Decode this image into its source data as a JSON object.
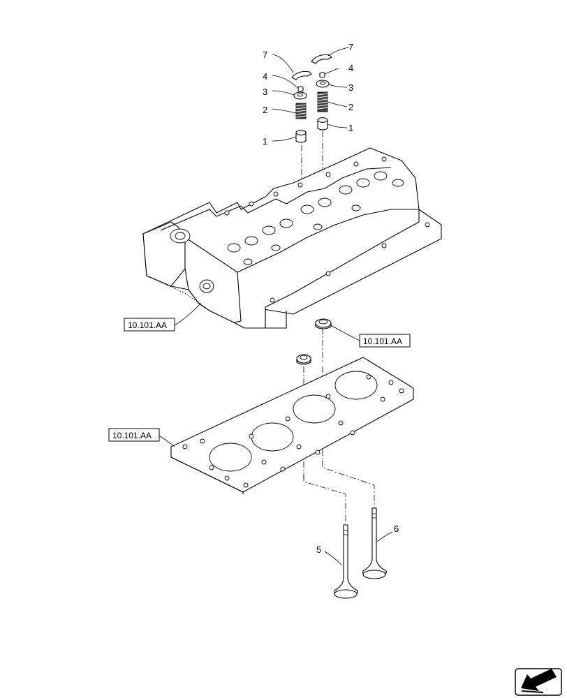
{
  "callouts": {
    "c1_left": "1",
    "c1_right": "1",
    "c2_left": "2",
    "c2_right": "2",
    "c3_left": "3",
    "c3_right": "3",
    "c4_left": "4",
    "c4_right": "4",
    "c5": "5",
    "c6": "6",
    "c7_left": "7",
    "c7_right": "7"
  },
  "references": {
    "cylinder_head": "10.101.AA",
    "seal_ring": "10.101.AA",
    "head_gasket": "10.101.AA"
  },
  "nav_icon": "arrow-bottom-left-icon"
}
